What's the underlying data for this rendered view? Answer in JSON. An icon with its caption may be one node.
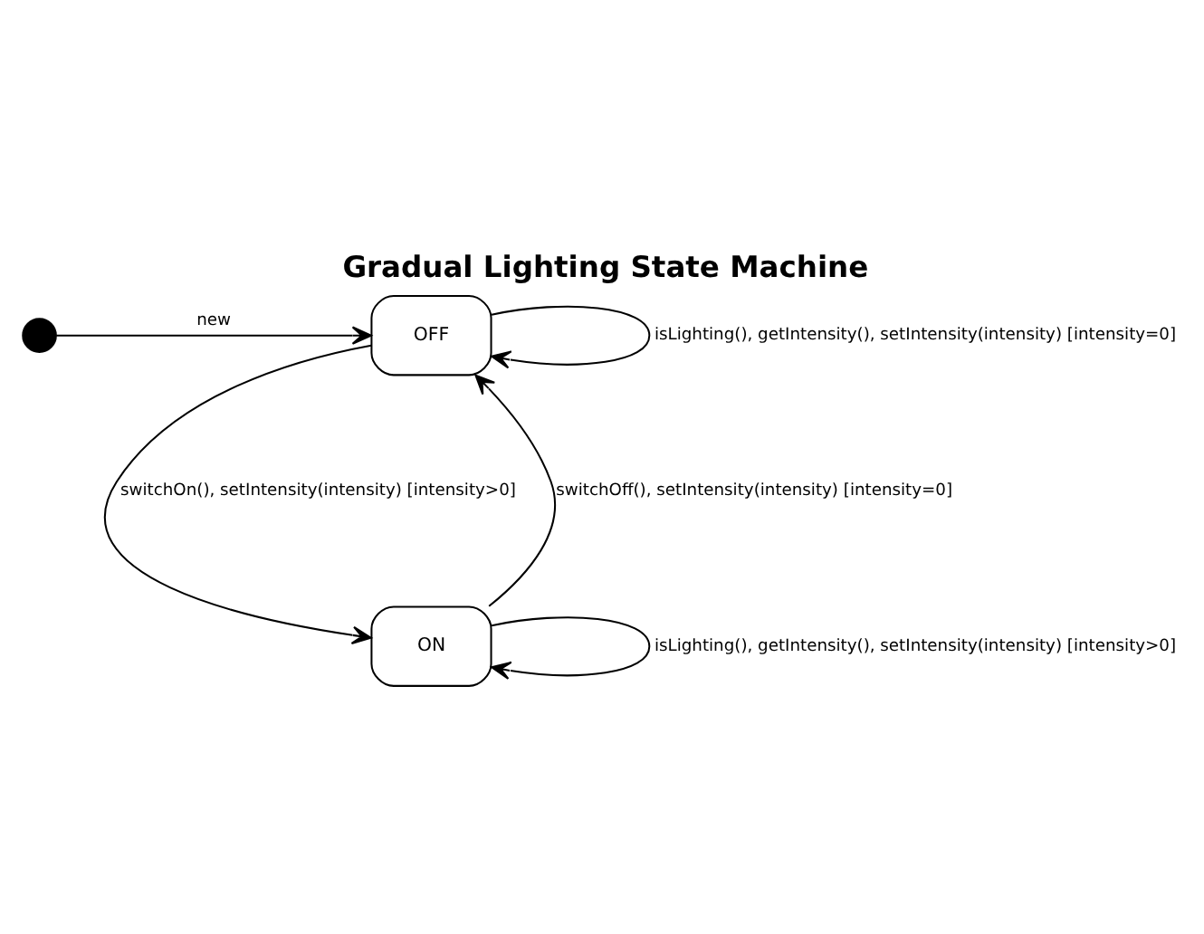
{
  "diagram": {
    "title": "Gradual Lighting State Machine",
    "nodes": [
      {
        "text": [],
        "shape": "circle"
      },
      {
        "text": [
          "OFF"
        ]
      },
      {
        "text": [
          "ON"
        ]
      }
    ],
    "edges": [
      {
        "from": 0,
        "to": 1,
        "arrow": "to",
        "label": "new"
      },
      {
        "from": 1,
        "to": 1,
        "arrow": "to",
        "label": "isLighting(), getIntensity(), setIntensity(intensity) [intensity=0]"
      },
      {
        "from": 1,
        "to": 2,
        "arrow": "to",
        "label": "switchOn(), setIntensity(intensity) [intensity>0]"
      },
      {
        "from": 2,
        "to": 1,
        "arrow": "to",
        "label": "switchOff(), setIntensity(intensity) [intensity=0]"
      },
      {
        "from": 2,
        "to": 2,
        "arrow": "to",
        "label": "isLighting(), getIntensity(), setIntensity(intensity) [intensity>0]"
      }
    ]
  }
}
